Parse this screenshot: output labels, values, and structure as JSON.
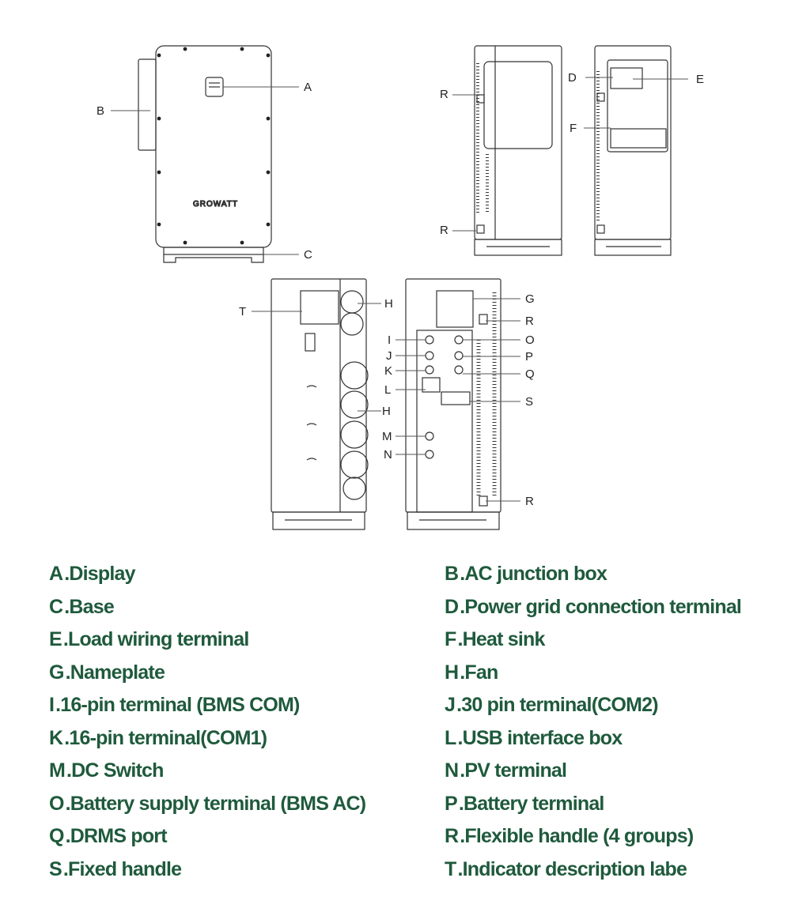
{
  "diagram": {
    "brand_logo": "GROWATT",
    "callouts": {
      "A": "A",
      "B": "B",
      "C": "C",
      "D": "D",
      "E": "E",
      "F": "F",
      "G": "G",
      "H": "H",
      "I": "I",
      "J": "J",
      "K": "K",
      "L": "L",
      "M": "M",
      "N": "N",
      "O": "O",
      "P": "P",
      "Q": "Q",
      "R": "R",
      "S": "S",
      "T": "T"
    }
  },
  "legend": [
    {
      "letter": "A",
      "text": ".Display"
    },
    {
      "letter": "B",
      "text": ".AC junction box"
    },
    {
      "letter": "C",
      "text": ".Base"
    },
    {
      "letter": "D",
      "text": ".Power grid connection terminal"
    },
    {
      "letter": "E",
      "text": ".Load wiring terminal"
    },
    {
      "letter": "F",
      "text": ".Heat sink"
    },
    {
      "letter": "G",
      "text": ".Nameplate"
    },
    {
      "letter": "H",
      "text": ".Fan"
    },
    {
      "letter": "I",
      "text": ".16-pin terminal (BMS COM)"
    },
    {
      "letter": "J",
      "text": ".30 pin terminal(COM2)"
    },
    {
      "letter": "K",
      "text": ".16-pin terminal(COM1)"
    },
    {
      "letter": "L",
      "text": ".USB interface box"
    },
    {
      "letter": "M",
      "text": ".DC Switch"
    },
    {
      "letter": "N",
      "text": ".PV terminal"
    },
    {
      "letter": "O",
      "text": ".Battery supply terminal (BMS AC)"
    },
    {
      "letter": "P",
      "text": ".Battery terminal"
    },
    {
      "letter": "Q",
      "text": ".DRMS port"
    },
    {
      "letter": "R",
      "text": ".Flexible handle (4 groups)"
    },
    {
      "letter": "S",
      "text": ".Fixed handle"
    },
    {
      "letter": "T",
      "text": ".Indicator description labe"
    }
  ]
}
